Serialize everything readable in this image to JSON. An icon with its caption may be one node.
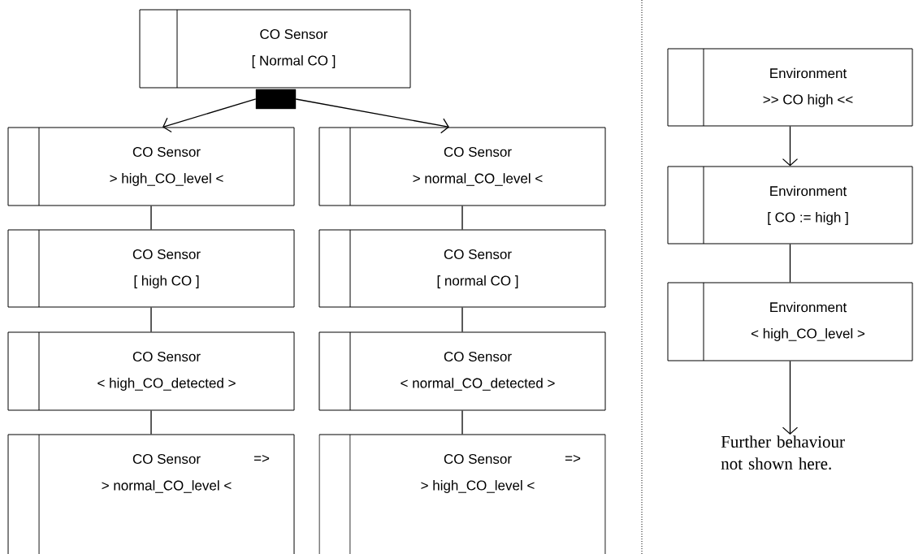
{
  "diagram": {
    "nodes": [
      {
        "text": [
          "CO Sensor",
          "[ Normal CO ]"
        ]
      },
      {
        "text": [],
        "shape": "bar"
      },
      {
        "text": [
          "CO Sensor",
          "> high_CO_level <"
        ]
      },
      {
        "text": [
          "CO Sensor",
          "> normal_CO_level <"
        ]
      },
      {
        "text": [
          "CO Sensor",
          "[ high CO ]"
        ]
      },
      {
        "text": [
          "CO Sensor",
          "[ normal CO ]"
        ]
      },
      {
        "text": [
          "CO Sensor",
          "< high_CO_detected >"
        ]
      },
      {
        "text": [
          "CO Sensor",
          "< normal_CO_detected >"
        ]
      },
      {
        "text": [
          "CO Sensor",
          "=>",
          "> normal_CO_level <"
        ]
      },
      {
        "text": [
          "CO Sensor",
          "=>",
          "> high_CO_level <"
        ]
      },
      {
        "text": [
          "Environment",
          ">> CO high <<"
        ]
      },
      {
        "text": [
          "Environment",
          "[ CO := high ]"
        ]
      },
      {
        "text": [
          "Environment",
          "< high_CO_level >"
        ]
      },
      {
        "text": [
          "Further behaviour not shown here."
        ]
      }
    ],
    "edges": [
      {
        "from": 1,
        "to": 2,
        "arrow": "to"
      },
      {
        "from": 1,
        "to": 3,
        "arrow": "to"
      },
      {
        "from": 2,
        "to": 4,
        "arrow": "none"
      },
      {
        "from": 4,
        "to": 6,
        "arrow": "none"
      },
      {
        "from": 6,
        "to": 8,
        "arrow": "none"
      },
      {
        "from": 3,
        "to": 5,
        "arrow": "none"
      },
      {
        "from": 5,
        "to": 7,
        "arrow": "none"
      },
      {
        "from": 7,
        "to": 9,
        "arrow": "none"
      },
      {
        "from": 10,
        "to": 11,
        "arrow": "to"
      },
      {
        "from": 11,
        "to": 12,
        "arrow": "none"
      },
      {
        "from": 12,
        "to": 13,
        "arrow": "to"
      }
    ]
  }
}
